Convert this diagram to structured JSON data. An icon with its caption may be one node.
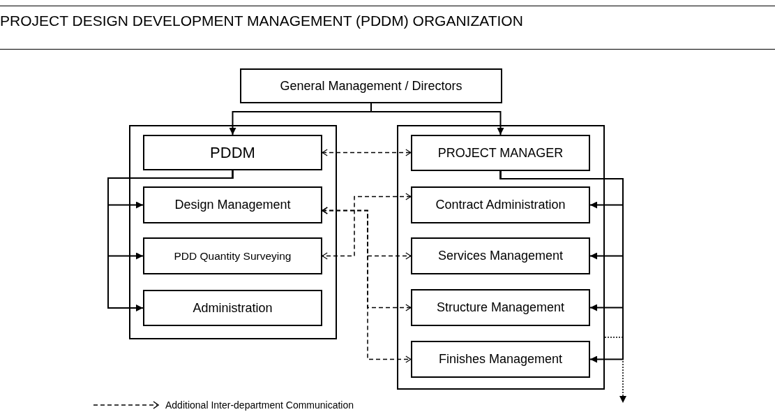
{
  "diagram": {
    "title": "PROJECT DESIGN DEVELOPMENT MANAGEMENT (PDDM) ORGANIZATION",
    "nodes": [
      {
        "text": [
          "General Management / Directors"
        ]
      },
      {
        "text": [],
        "shape": "box"
      },
      {
        "text": [
          "PDDM"
        ],
        "in": 1
      },
      {
        "text": [
          "Design Management"
        ],
        "in": 1
      },
      {
        "text": [
          "PDD Quantity Surveying"
        ],
        "in": 1
      },
      {
        "text": [
          "Administration"
        ],
        "in": 1
      },
      {
        "text": [],
        "shape": "box"
      },
      {
        "text": [
          "PROJECT MANAGER"
        ],
        "in": 6
      },
      {
        "text": [
          "Contract Administration"
        ],
        "in": 6
      },
      {
        "text": [
          "Services Management"
        ],
        "in": 6
      },
      {
        "text": [
          "Structure Management"
        ],
        "in": 6
      },
      {
        "text": [
          "Finishes Management"
        ],
        "in": 6
      }
    ],
    "edges": [
      {
        "from": 0,
        "to": 2,
        "arrow": "to"
      },
      {
        "from": 0,
        "to": 7,
        "arrow": "to"
      },
      {
        "from": 2,
        "to": 7,
        "arrow": "both",
        "style": "dashed"
      },
      {
        "from": 2,
        "to": 3,
        "arrow": "to"
      },
      {
        "from": 2,
        "to": 4,
        "arrow": "to"
      },
      {
        "from": 2,
        "to": 5,
        "arrow": "to"
      },
      {
        "from": 7,
        "to": 8,
        "arrow": "to"
      },
      {
        "from": 7,
        "to": 9,
        "arrow": "to"
      },
      {
        "from": 7,
        "to": 10,
        "arrow": "to"
      },
      {
        "from": 7,
        "to": 11,
        "arrow": "to"
      },
      {
        "from": 8,
        "to": 4,
        "arrow": "both",
        "style": "dashed"
      },
      {
        "from": 3,
        "to": 9,
        "arrow": "both",
        "style": "dashed"
      },
      {
        "from": 3,
        "to": 10,
        "arrow": "both",
        "style": "dashed"
      },
      {
        "from": 3,
        "to": 11,
        "arrow": "both",
        "style": "dashed"
      },
      {
        "from": 6,
        "to": null,
        "arrow": "to",
        "style": "dashed"
      }
    ],
    "legend": [
      {
        "text": "Additional Inter-department Communication"
      }
    ]
  }
}
